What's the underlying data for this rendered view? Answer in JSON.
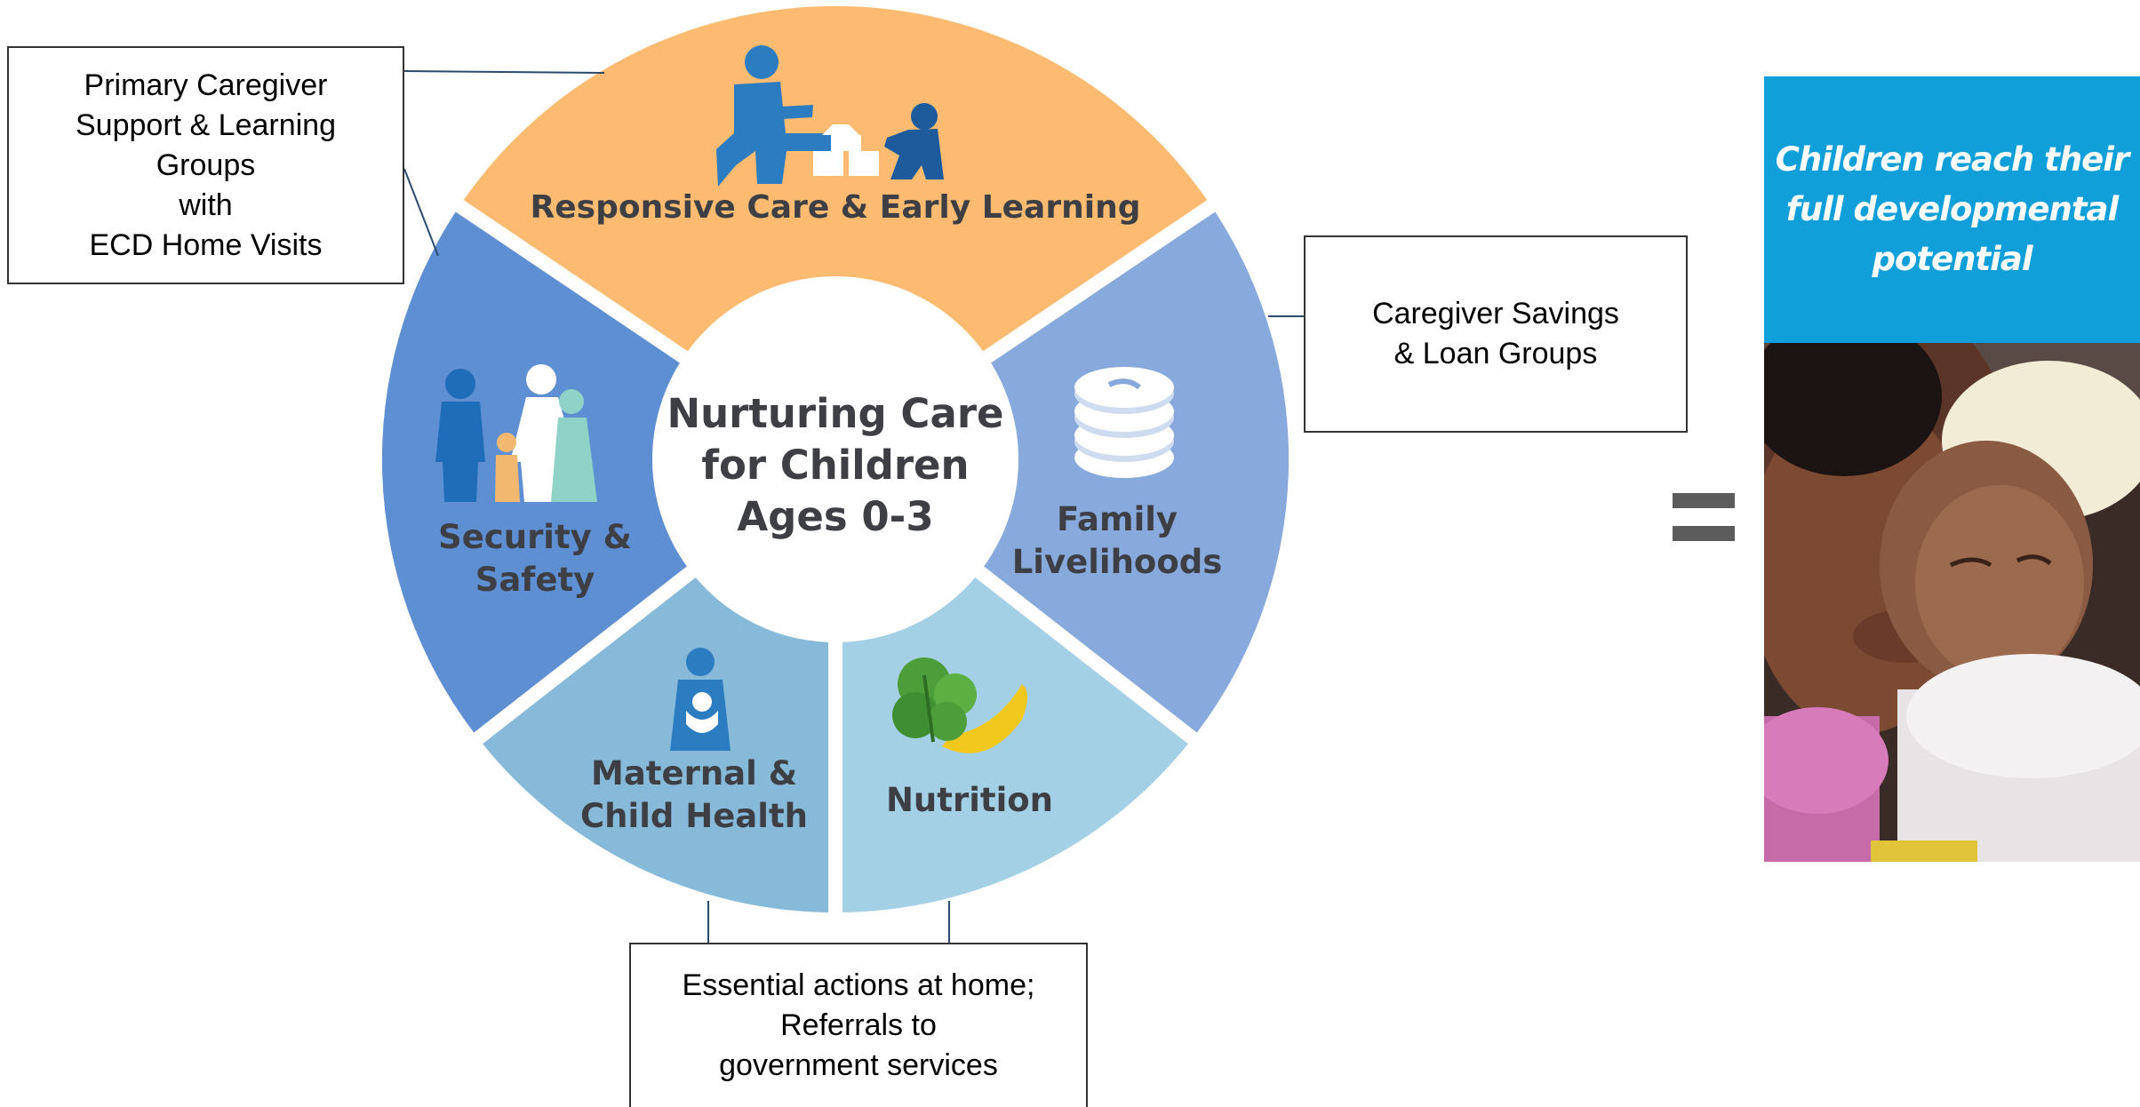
{
  "wheel": {
    "center_title": [
      "Nurturing Care",
      "for Children",
      "Ages 0-3"
    ],
    "segments": [
      {
        "id": "responsive-care",
        "label": [
          "Responsive Care & Early Learning"
        ],
        "color": "#fcbb71",
        "icon": "parent-child-blocks-icon"
      },
      {
        "id": "family-livelihoods",
        "label": [
          "Family",
          "Livelihoods"
        ],
        "color": "#87a9dc",
        "icon": "coins-icon"
      },
      {
        "id": "nutrition",
        "label": [
          "Nutrition"
        ],
        "color": "#a4d0e6",
        "icon": "vegetables-banana-icon"
      },
      {
        "id": "maternal-child-health",
        "label": [
          "Maternal &",
          "Child Health"
        ],
        "color": "#86bad8",
        "icon": "mother-baby-icon"
      },
      {
        "id": "security-safety",
        "label": [
          "Security &",
          "Safety"
        ],
        "color": "#5f8fd3",
        "icon": "family-icon"
      }
    ]
  },
  "callouts": {
    "primary_caregiver": [
      "Primary Caregiver",
      "Support & Learning",
      "Groups",
      "with",
      "ECD Home Visits"
    ],
    "savings": [
      "Caregiver Savings",
      "& Loan Groups"
    ],
    "essential": [
      "Essential actions at home;",
      "Referrals to",
      "government services"
    ]
  },
  "result": {
    "symbol": "equals-icon",
    "banner": [
      "Children reach their",
      "full developmental",
      "potential"
    ],
    "photo": "mother-kissing-baby-photo",
    "banner_color": "#109fd8"
  }
}
